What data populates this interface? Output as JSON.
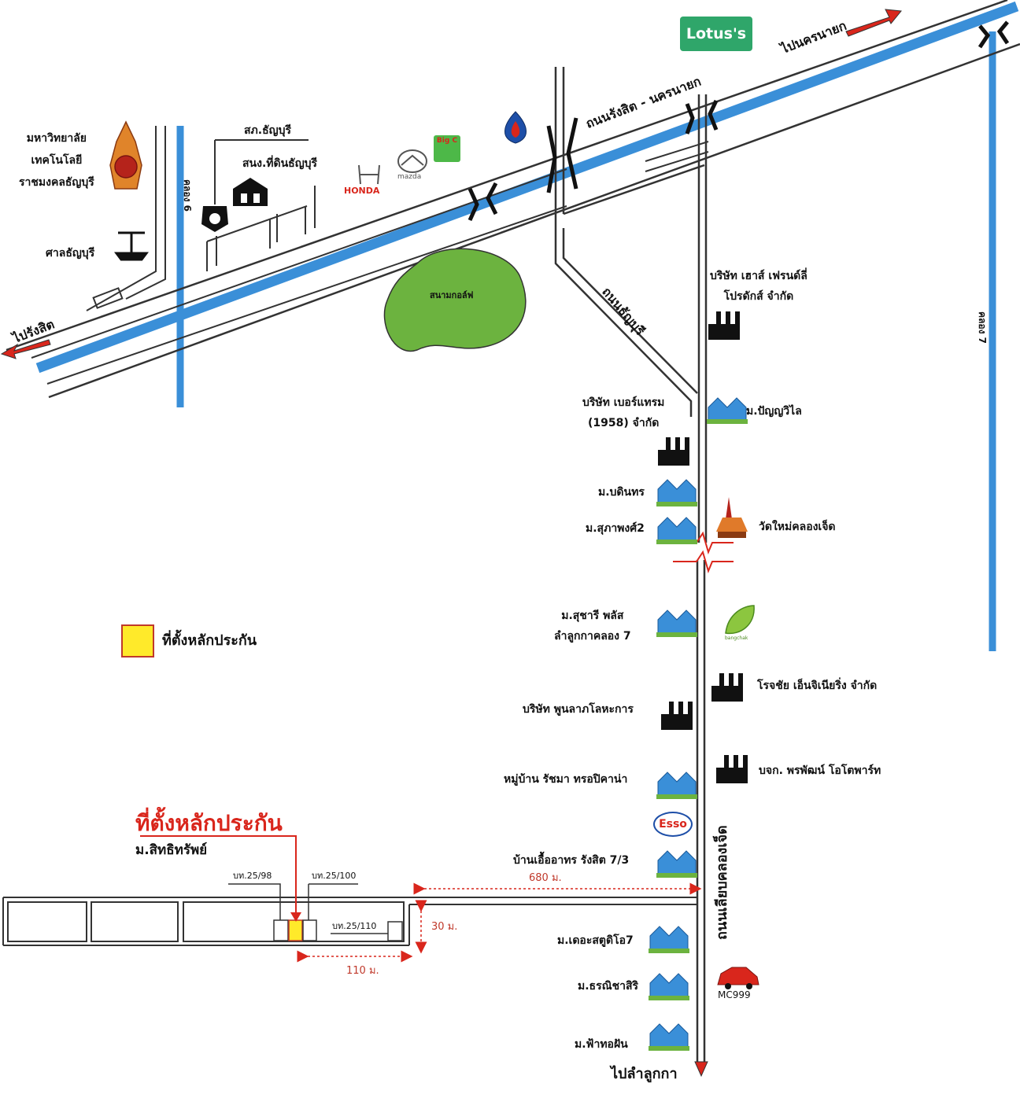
{
  "map": {
    "roads": {
      "rangsit_nakhonnayok": "ถนนรังสิต - นครนายก",
      "thanyaburi": "ถนนธัญบุรี",
      "khlong_chet": "ถนนเลียบคลองเจ็ด"
    },
    "canals": {
      "khlong_6": "คลอง 6",
      "khlong_7": "คลอง 7"
    },
    "directions": {
      "to_nakhonnayok": "ไปนครนายก",
      "to_rangsit": "ไปรังสิต",
      "to_lamlukka": "ไปลำลูกกา"
    },
    "places": {
      "university": [
        "มหาวิทยาลัย",
        "เทคโนโลยี",
        "ราชมงคลธัญบุรี"
      ],
      "court": "ศาลธัญบุรี",
      "police": "สภ.ธัญบุรี",
      "land_office": "สนง.ที่ดินธัญบุรี",
      "golf": "สนามกอล์ฟ",
      "house_friendly": [
        "บริษัท เฮาส์ เฟรนด์ลี่",
        "โปรดักส์ จำกัด"
      ],
      "berli": [
        "บริษัท เบอร์แทรม",
        "(1958) จำกัด"
      ],
      "punyawilai": "ม.ปัญญวิไล",
      "bodin": "ม.บดินทร",
      "supapong": "ม.สุภาพงศ์2",
      "wat": "วัดใหม่คลองเจ็ด",
      "suchari": [
        "ม.สุชารี พลัส",
        "ลำลูกกาคลอง 7"
      ],
      "rochai": "โรจชัย เอ็นจิเนียริ่ง จำกัด",
      "poonlarp": "บริษัท พูนลาภโลหะการ",
      "rachma": "หมู่บ้าน รัชมา ทรอปิคาน่า",
      "prapat": "บจก. พรพัฒน์ โอโตพาร์ท",
      "baan_uea": "บ้านเอื้ออาทร รังสิต 7/3",
      "the_studio": "ม.เดอะสตูดิโอ7",
      "thanisa": "ม.ธรณิชาสิริ",
      "fahtorfan": "ม.ฟ้าทอฝัน",
      "sitthisap": "ม.สิทธิทรัพย์"
    },
    "brands": {
      "lotus": "Lotus's",
      "honda": "HONDA",
      "mazda": "mazda",
      "bigc": "Big C",
      "esso": "Esso",
      "mc": "MC999",
      "bangchak": "bangchak"
    },
    "plot": {
      "title": "ที่ตั้งหลักประกัน",
      "legend": "ที่ตั้งหลักประกัน",
      "lot1": "บท.25/98",
      "lot2": "บท.25/100",
      "lot3": "บท.25/110",
      "dist_road": "680 ม.",
      "dist_width": "30 ม.",
      "dist_len": "110 ม."
    },
    "colors": {
      "canal": "#3a8fd8",
      "road_line": "#333333",
      "accent_red": "#d9261c",
      "highlight": "#ffea2a",
      "golf": "#6cb33f",
      "lotus_green": "#2fa66a"
    }
  }
}
